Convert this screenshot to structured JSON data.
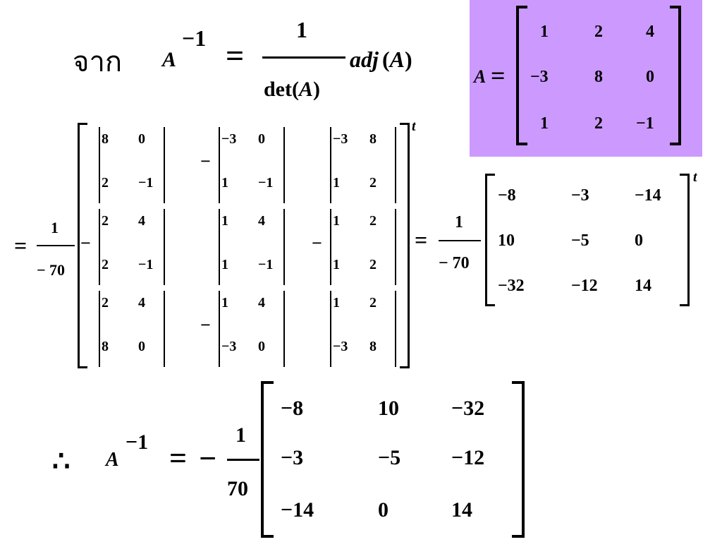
{
  "heading": {
    "prefix": "จาก",
    "lhs_base": "A",
    "lhs_exp": "−1",
    "eq": "=",
    "frac_num": "1",
    "frac_den_fn": "det(",
    "frac_den_var": "A",
    "frac_den_close": ")",
    "adj": "adj",
    "adj_open": "(",
    "adj_var": "A",
    "adj_close": ")"
  },
  "matrix_A": {
    "label": "A",
    "eq": "=",
    "rows": [
      [
        "1",
        "2",
        "4"
      ],
      [
        "−3",
        "8",
        "0"
      ],
      [
        "1",
        "2",
        "−1"
      ]
    ],
    "bg": "#cc99ff"
  },
  "cofactor_expr": {
    "eq": "=",
    "frac_num": "1",
    "frac_den": "− 70",
    "transpose": "t",
    "minors": [
      {
        "sign": "",
        "a": "8",
        "b": "0",
        "c": "2",
        "d": "−1"
      },
      {
        "sign": "−",
        "a": "−3",
        "b": "0",
        "c": "1",
        "d": "−1"
      },
      {
        "sign": "",
        "a": "−3",
        "b": "8",
        "c": "1",
        "d": "2"
      },
      {
        "sign": "−",
        "a": "2",
        "b": "4",
        "c": "2",
        "d": "−1"
      },
      {
        "sign": "",
        "a": "1",
        "b": "4",
        "c": "1",
        "d": "−1"
      },
      {
        "sign": "−",
        "a": "1",
        "b": "2",
        "c": "1",
        "d": "2"
      },
      {
        "sign": "",
        "a": "2",
        "b": "4",
        "c": "8",
        "d": "0"
      },
      {
        "sign": "−",
        "a": "1",
        "b": "4",
        "c": "−3",
        "d": "0"
      },
      {
        "sign": "",
        "a": "1",
        "b": "2",
        "c": "−3",
        "d": "8"
      }
    ]
  },
  "cofactor_matrix": {
    "eq": "=",
    "frac_num": "1",
    "frac_den": "− 70",
    "transpose": "t",
    "rows": [
      [
        "−8",
        "−3",
        "−14"
      ],
      [
        "10",
        "−5",
        "0"
      ],
      [
        "−32",
        "−12",
        "14"
      ]
    ]
  },
  "result": {
    "therefore": "∴",
    "base": "A",
    "exp": "−1",
    "eq": "=",
    "neg": "−",
    "frac_num": "1",
    "frac_den": "70",
    "rows": [
      [
        "−8",
        "10",
        "−32"
      ],
      [
        "−3",
        "−5",
        "−12"
      ],
      [
        "−14",
        "0",
        "14"
      ]
    ]
  }
}
